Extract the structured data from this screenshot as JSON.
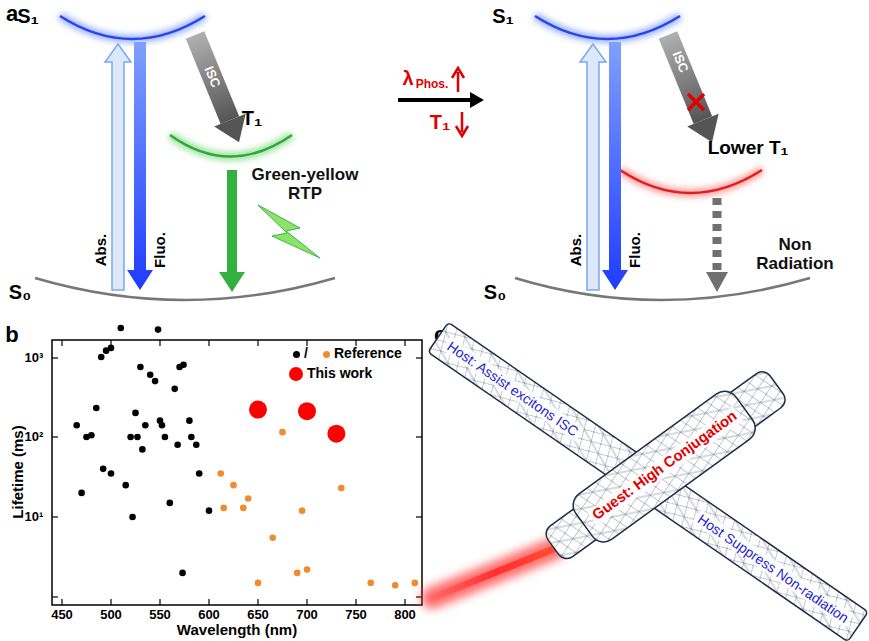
{
  "diagram": {
    "nodes": [
      {
        "text": [
          "Host: Assist excitons ISC",
          "Host Suppress Non-radiation"
        ]
      },
      {
        "text": [
          "Guest: High Conjugation"
        ]
      }
    ],
    "labels": [
      "a",
      "S₁",
      "ISC",
      "T₁",
      "Abs.",
      "Fluo.",
      "Green-yellow RTP",
      "S₀",
      "λ",
      "Phos.",
      "T₁",
      "S₁",
      "ISC",
      "Lower T₁",
      "Abs.",
      "Fluo.",
      "Non Radiation",
      "S₀",
      "b",
      "Lifetime (ms)",
      "Wavelength (nm)",
      "450",
      "500",
      "550",
      "600",
      "650",
      "700",
      "750",
      "800",
      "10³",
      "10²",
      "10¹",
      "c"
    ],
    "legend": [
      {
        "text": "/",
        "color": "#000000"
      },
      {
        "text": "Reference",
        "color": "#f08c2e"
      },
      {
        "text": "This work",
        "color": "#ff0000"
      }
    ]
  }
}
